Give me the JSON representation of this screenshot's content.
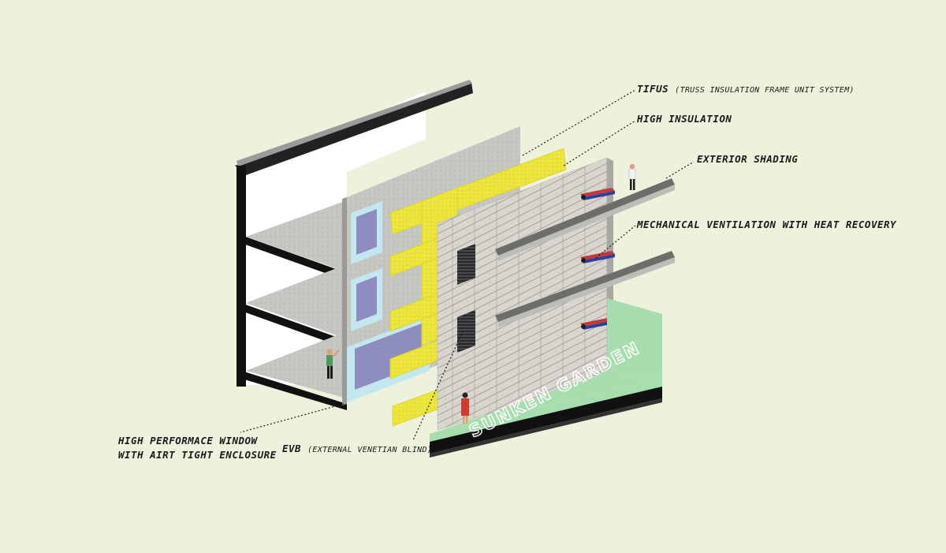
{
  "labels": {
    "tifus_main": "TIFUS",
    "tifus_sub": "(TRUSS INSULATION FRAME UNIT SYSTEM)",
    "high_insulation": "HIGH INSULATION",
    "exterior_shading": "EXTERIOR SHADING",
    "mechanical_ventilation": "MECHANICAL VENTILATION WITH HEAT RECOVERY",
    "window_line1": "HIGH PERFORMACE WINDOW",
    "window_line2": "WITH AIRT TIGHT ENCLOSURE",
    "evb_main": "EVB",
    "evb_sub": "(EXTERNAL VENETIAN BLIND)",
    "sunken_garden": "SUNKEN GARDEN"
  },
  "colors": {
    "background": "#eef2dd",
    "insulation": "#ece63a",
    "concrete": "#c8c8c4",
    "brick": "#d6d4cc",
    "window_frame": "#bfe4ee",
    "window_glass": "#8d8cc0",
    "garden": "#a8ddb0",
    "structure": "#111111"
  }
}
